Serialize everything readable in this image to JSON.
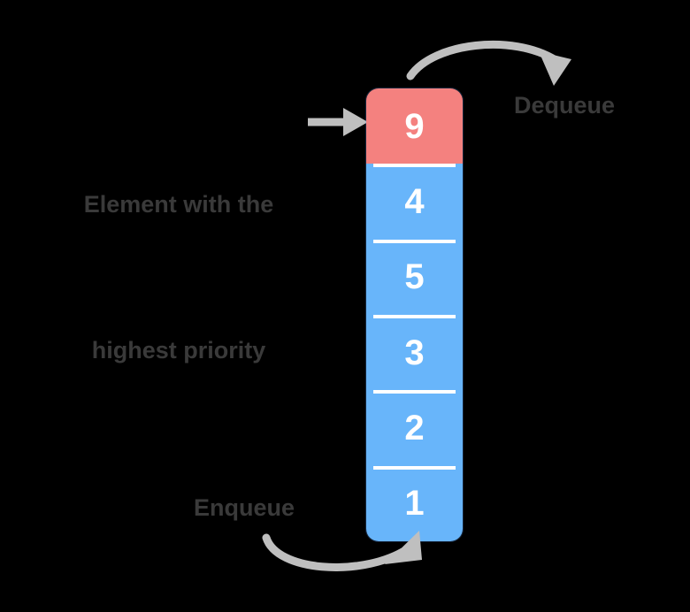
{
  "diagram": {
    "type": "priority-queue",
    "background_color": "#000000",
    "colors": {
      "highest_priority_cell": "#F4817F",
      "normal_cell": "#68B5FA",
      "cell_divider": "#FFFFFF",
      "value_text": "#FFFFFF",
      "label_text": "#3A3A3A",
      "arrow": "#BFBFBF"
    },
    "queue": {
      "cells": [
        {
          "value": "9",
          "highest_priority": true
        },
        {
          "value": "4",
          "highest_priority": false
        },
        {
          "value": "5",
          "highest_priority": false
        },
        {
          "value": "3",
          "highest_priority": false
        },
        {
          "value": "2",
          "highest_priority": false
        },
        {
          "value": "1",
          "highest_priority": false
        }
      ]
    },
    "labels": {
      "highest_priority_line1": "Element with the",
      "highest_priority_line2": "highest priority",
      "dequeue": "Dequeue",
      "enqueue": "Enqueue"
    },
    "arrows": [
      {
        "name": "pointer-to-highest-priority",
        "style": "straight",
        "direction": "right"
      },
      {
        "name": "dequeue-arrow",
        "style": "curved",
        "direction": "out-top-right"
      },
      {
        "name": "enqueue-arrow",
        "style": "curved",
        "direction": "in-bottom-right"
      }
    ]
  }
}
